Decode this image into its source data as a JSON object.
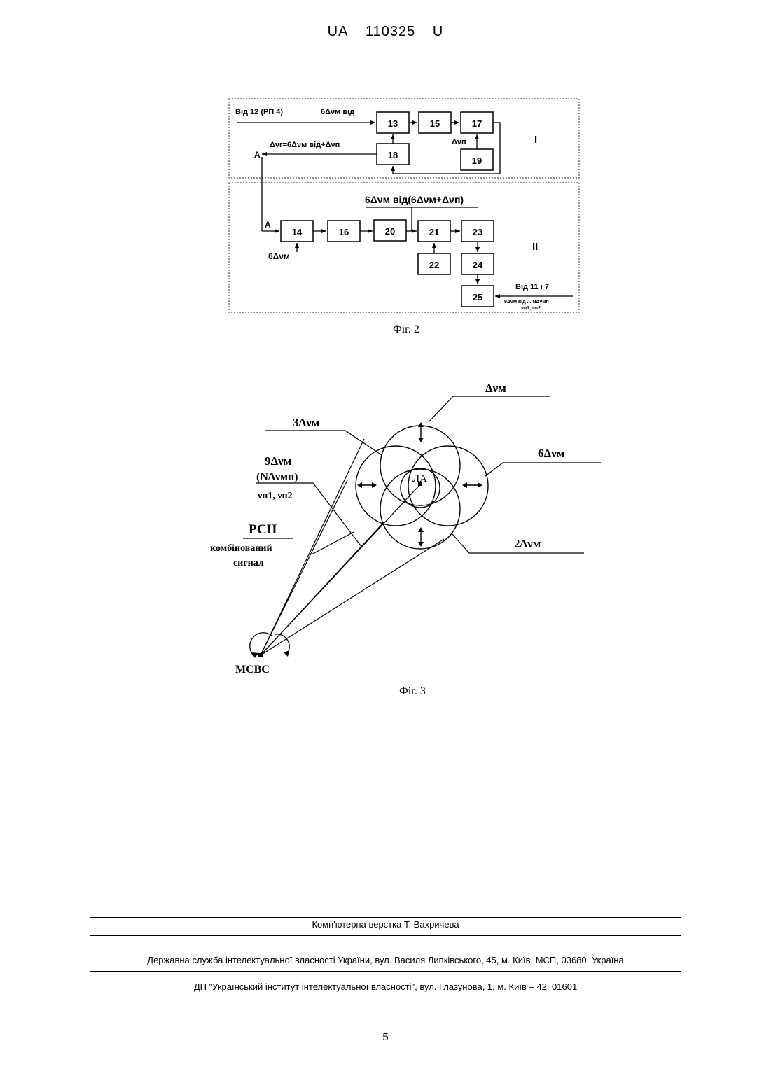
{
  "header": {
    "country": "UA",
    "number": "110325",
    "kind": "U"
  },
  "fig2": {
    "caption": "Фіг. 2",
    "from_12": "Від 12 (РП 4)",
    "in_top": "6Δνм від",
    "eq": "Δνг=6Δνм від+Δνп",
    "dvp": "Δνп",
    "A1": "A",
    "A2": "A",
    "section1": "I",
    "section2": "II",
    "mid": "6Δνм від(6Δνм+Δνп)",
    "dvm6": "6Δνм",
    "from_11": "Від 11 і 7",
    "in_bottom1": "9Δνм від ... NΔνмп",
    "in_bottom2": "νп1, νп2",
    "blocks": {
      "b13": "13",
      "b15": "15",
      "b17": "17",
      "b18": "18",
      "b19": "19",
      "b14": "14",
      "b16": "16",
      "b20": "20",
      "b21": "21",
      "b22": "22",
      "b23": "23",
      "b24": "24",
      "b25": "25"
    }
  },
  "fig3": {
    "caption": "Фіг. 3",
    "dvm": "Δνм",
    "dvm3": "3Δνм",
    "dvm6": "6Δνм",
    "dvm2": "2Δνм",
    "dvm9": "9Δνм",
    "ndvm": "(NΔνмп)",
    "vn": "νп1, νп2",
    "rsn": "РСН",
    "combined1": "комбінований",
    "combined2": "сигнал",
    "la": "ЛА",
    "msvs": "МСВС"
  },
  "footer": {
    "layout": "Комп'ютерна верстка Т. Вахричева",
    "office": "Державна служба інтелектуальної власності України, вул. Василя Липківського, 45, м. Київ, МСП, 03680, Україна",
    "institute": "ДП \"Український інститут інтелектуальної власності\", вул. Глазунова, 1, м. Київ – 42, 01601"
  },
  "page_number": "5"
}
